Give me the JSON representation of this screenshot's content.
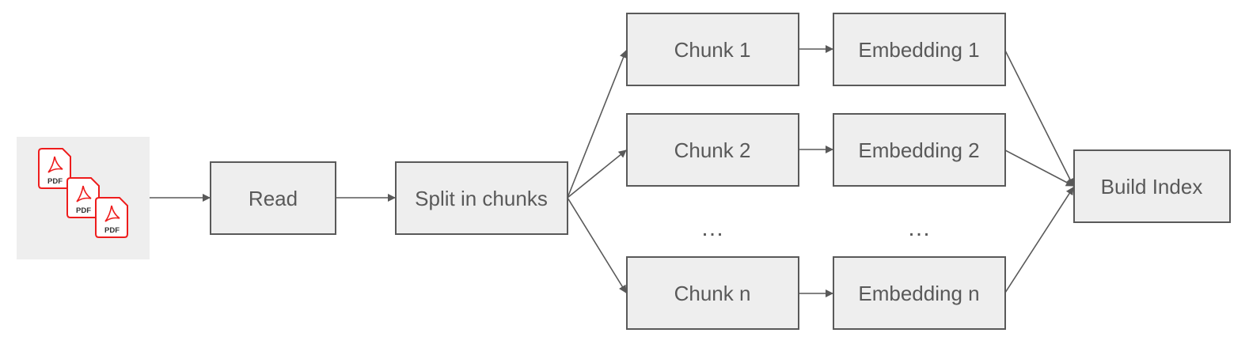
{
  "nodes": {
    "read": "Read",
    "split": "Split in chunks",
    "chunk1": "Chunk 1",
    "chunk2": "Chunk 2",
    "chunkn": "Chunk n",
    "embedding1": "Embedding 1",
    "embedding2": "Embedding 2",
    "embeddingn": "Embedding n",
    "build_index": "Build Index"
  },
  "ellipsis": {
    "chunks": "…",
    "embeddings": "…"
  },
  "pdf_label": "PDF",
  "colors": {
    "box_fill": "#eeeeee",
    "box_stroke": "#595959",
    "text": "#595959",
    "pdf_accent": "#ee1c1c"
  }
}
